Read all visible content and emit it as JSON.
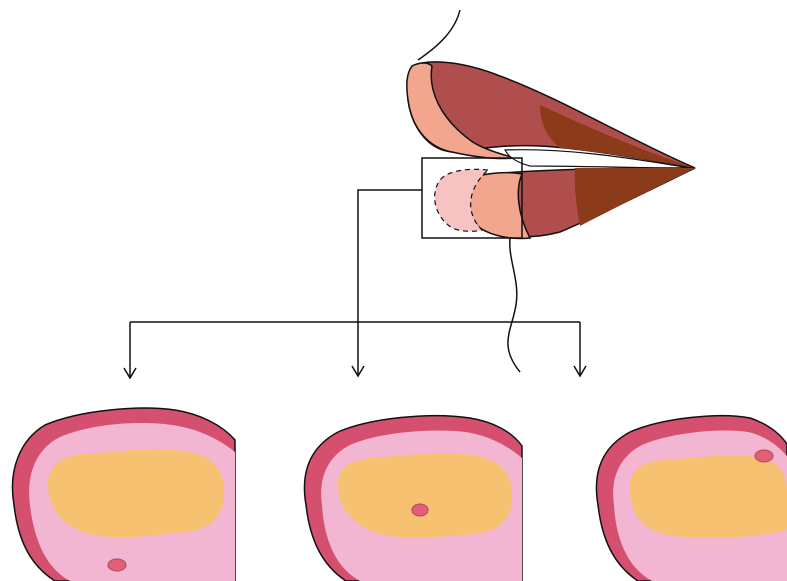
{
  "figure": {
    "description_visible_text": "",
    "panels": [
      {
        "id": "left",
        "lesion": "lower-left"
      },
      {
        "id": "center",
        "lesion": "center"
      },
      {
        "id": "right",
        "lesion": "upper-right"
      }
    ]
  },
  "palette": {
    "lip_light": "#F2A68E",
    "lip_mid": "#B04E4E",
    "lip_dark": "#8B3A1A",
    "lip_highlight": "#F6C2C2",
    "tissue_outer": "#D4506E",
    "tissue_inner": "#F2B6D2",
    "tissue_core": "#F6C170",
    "lesion": "#E0607A",
    "line": "#111111"
  }
}
